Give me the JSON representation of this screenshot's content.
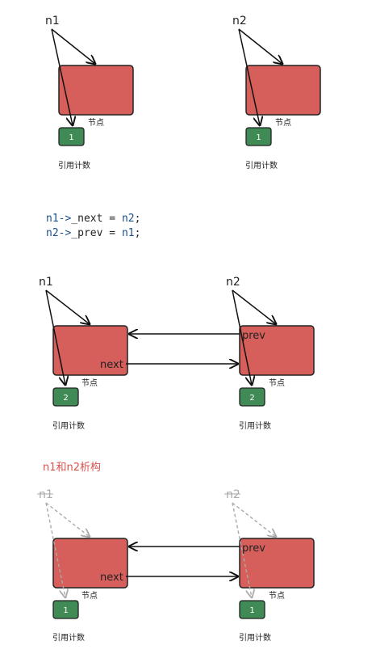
{
  "colors": {
    "node_fill": "#d65f5b",
    "node_stroke": "#222222",
    "count_fill": "#3f8a55",
    "code_blue": "#1a4f8b",
    "code_text": "#222222",
    "title_red": "#d9534f",
    "faded": "#aaaaaa"
  },
  "section1": {
    "left": {
      "var": "n1",
      "node_label": "节点",
      "count": "1",
      "count_label": "引用计数"
    },
    "right": {
      "var": "n2",
      "node_label": "节点",
      "count": "1",
      "count_label": "引用计数"
    }
  },
  "code": {
    "line1": {
      "lhs": "n1",
      "op": "->",
      "member": "_next",
      "eq": " = ",
      "rhs": "n2",
      "end": ";"
    },
    "line2": {
      "lhs": "n2",
      "op": "->",
      "member": "_prev",
      "eq": " = ",
      "rhs": "n1",
      "end": ";"
    }
  },
  "section2": {
    "left": {
      "var": "n1",
      "node_label": "节点",
      "count": "2",
      "count_label": "引用计数",
      "field": "next"
    },
    "right": {
      "var": "n2",
      "node_label": "节点",
      "count": "2",
      "count_label": "引用计数",
      "field": "prev"
    }
  },
  "section3": {
    "title": "n1和n2析构",
    "left": {
      "var": "n1",
      "node_label": "节点",
      "count": "1",
      "count_label": "引用计数",
      "field": "next"
    },
    "right": {
      "var": "n2",
      "node_label": "节点",
      "count": "1",
      "count_label": "引用计数",
      "field": "prev"
    }
  }
}
